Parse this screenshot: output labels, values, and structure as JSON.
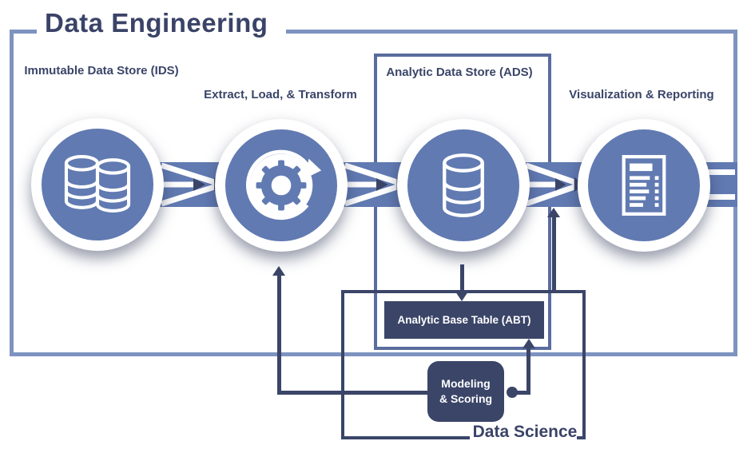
{
  "title": {
    "text": "Data Engineering"
  },
  "pipeline": {
    "stages": [
      {
        "label": "Immutable Data Store (IDS)",
        "icon": "database-pair-icon"
      },
      {
        "label": "Extract, Load, & Transform",
        "icon": "gear-cycle-icon"
      },
      {
        "label": "Analytic Data Store (ADS)",
        "icon": "database-icon"
      },
      {
        "label": "Visualization & Reporting",
        "icon": "report-icon"
      }
    ]
  },
  "annotations": {
    "abt": "Analytic Base Table (ABT)",
    "modeling_line1": "Modeling",
    "modeling_line2": "& Scoring",
    "data_science": "Data Science"
  },
  "colors": {
    "circle_blue": "#617AB2",
    "navy": "#3A4568",
    "outer_box_border": "#7E93C0",
    "ads_box_border": "#5A6C9E",
    "background": "#FFFFFF"
  }
}
